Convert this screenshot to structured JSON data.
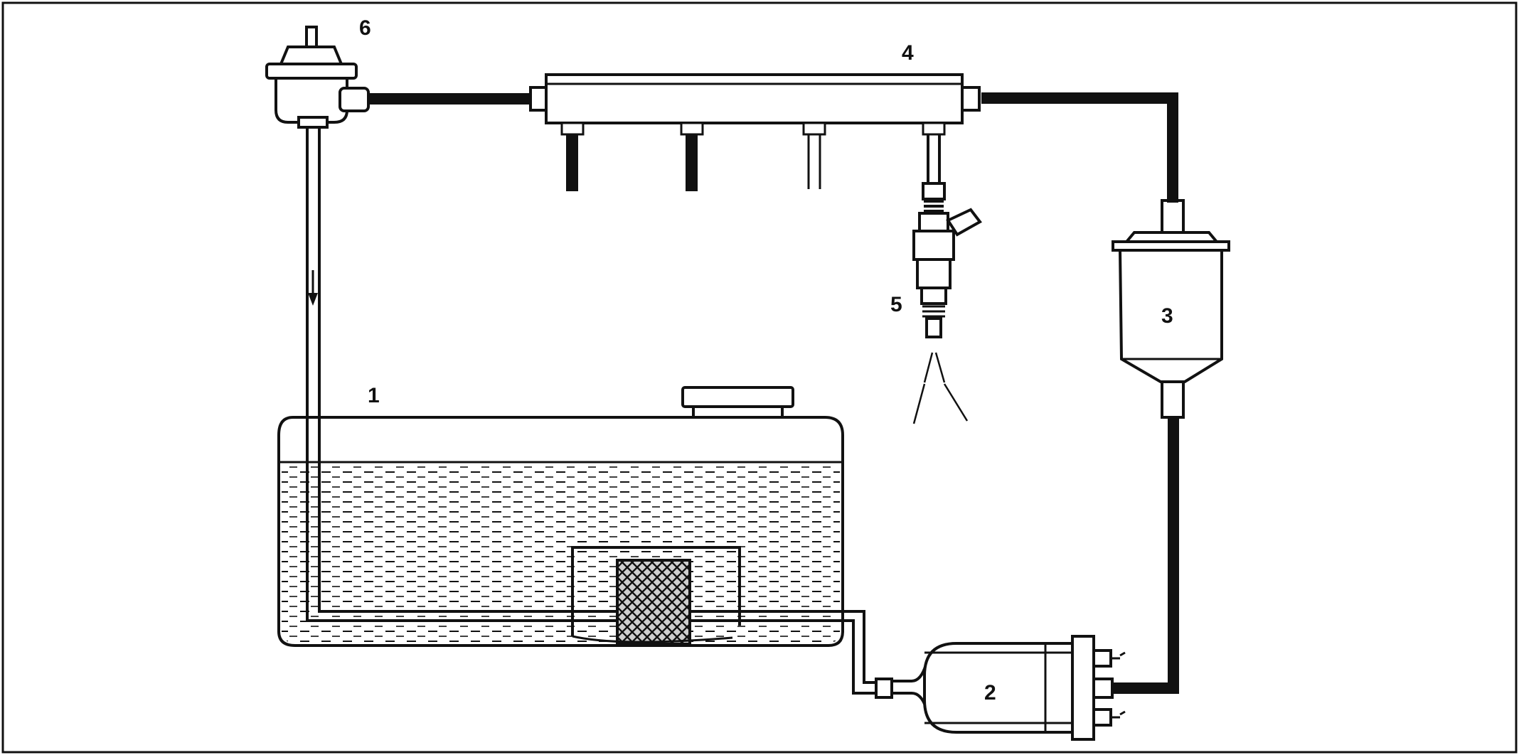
{
  "labels": {
    "tank": "1",
    "pump": "2",
    "filter": "3",
    "rail": "4",
    "injector": "5",
    "regulator": "6"
  },
  "colors": {
    "ink": "#111111",
    "background": "#ffffff",
    "filter_mesh": "#cfcfcf"
  }
}
